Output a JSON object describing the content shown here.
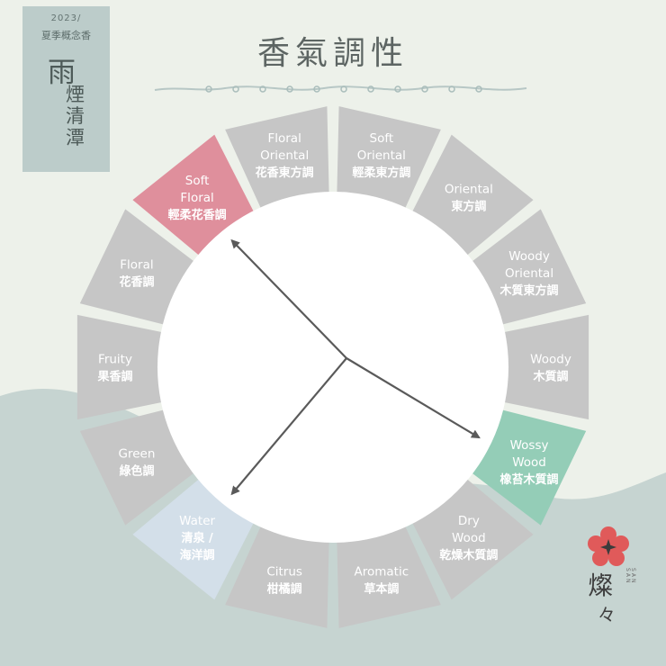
{
  "header": {
    "year": "2023/",
    "series": "夏季概念香",
    "title_line1": "雨",
    "title_line2": "煙清潭",
    "headline": "香氣調性"
  },
  "brand": {
    "name_line1": "燦",
    "name_line2": "々",
    "romaji_a": "SAN",
    "romaji_b": "SAN"
  },
  "colors": {
    "segment_default": "#c6c6c6",
    "soft_floral": "#df8f9c",
    "water": "#d3dfe9",
    "mossy_wood": "#94cdb7",
    "background": "#edf1ea",
    "hill": "#c6d4d1",
    "arrow": "#5a5a5a"
  },
  "wheel": {
    "segments": [
      {
        "id": "floral-oriental",
        "en": [
          "Floral",
          "Oriental"
        ],
        "zh": "花香東方調",
        "color": "default"
      },
      {
        "id": "soft-oriental",
        "en": [
          "Soft",
          "Oriental"
        ],
        "zh": "輕柔東方調",
        "color": "default"
      },
      {
        "id": "oriental",
        "en": [
          "Oriental"
        ],
        "zh": "東方調",
        "color": "default"
      },
      {
        "id": "woody-oriental",
        "en": [
          "Woody",
          "Oriental"
        ],
        "zh": "木質東方調",
        "color": "default"
      },
      {
        "id": "woody",
        "en": [
          "Woody"
        ],
        "zh": "木質調",
        "color": "default"
      },
      {
        "id": "mossy-wood",
        "en": [
          "Wossy",
          "Wood"
        ],
        "zh": "橡苔木質調",
        "color": "mossy"
      },
      {
        "id": "dry-wood",
        "en": [
          "Dry",
          "Wood"
        ],
        "zh": "乾燥木質調",
        "color": "default"
      },
      {
        "id": "aromatic",
        "en": [
          "Aromatic"
        ],
        "zh": "草本調",
        "color": "default"
      },
      {
        "id": "citrus",
        "en": [
          "Citrus"
        ],
        "zh": "柑橘調",
        "color": "default"
      },
      {
        "id": "water",
        "en": [
          "Water"
        ],
        "zh": "清泉 /",
        "zh2": "海洋調",
        "color": "water"
      },
      {
        "id": "green",
        "en": [
          "Green"
        ],
        "zh": "綠色調",
        "color": "default"
      },
      {
        "id": "fruity",
        "en": [
          "Fruity"
        ],
        "zh": "果香調",
        "color": "default"
      },
      {
        "id": "floral",
        "en": [
          "Floral"
        ],
        "zh": "花香調",
        "color": "default"
      },
      {
        "id": "soft-floral",
        "en": [
          "Soft",
          "Floral"
        ],
        "zh": "輕柔花香調",
        "color": "soft"
      }
    ],
    "arrows_point_to": [
      "soft-floral",
      "mossy-wood",
      "water"
    ]
  }
}
